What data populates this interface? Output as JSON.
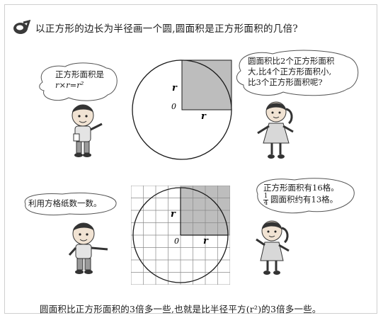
{
  "question": {
    "text": "以正方形的边长为半径画一个圆,圆面积是正方形面积的几倍?"
  },
  "figure_top": {
    "label_r_left": "r",
    "label_r_bottom": "r",
    "label_origin": "0"
  },
  "figure_bottom": {
    "label_r_left": "r",
    "label_r_bottom": "r",
    "label_origin": "0"
  },
  "bubbles": {
    "boy_top": {
      "line1": "正方形面积是",
      "line2": "r×r=r²"
    },
    "girl_top": {
      "line1": "圆面积比2个正方形面积",
      "line2": "大,比4个正方形面积小,",
      "line3": "比3个正方形面积呢?"
    },
    "boy_bottom": {
      "line1": "利用方格纸数一数。"
    },
    "girl_bottom": {
      "line1": "正方形面积有16格。",
      "frac_num": "1",
      "frac_den": "4",
      "line2": "圆面积约有13格。"
    }
  },
  "conclusion": {
    "text": "圆面积比正方形面积的3倍多一些,也就是比半径平方(r²)的3倍多一些。"
  },
  "colors": {
    "shade": "#bdbdbd",
    "line": "#1a1a1a",
    "grid": "#8a8a8a"
  }
}
